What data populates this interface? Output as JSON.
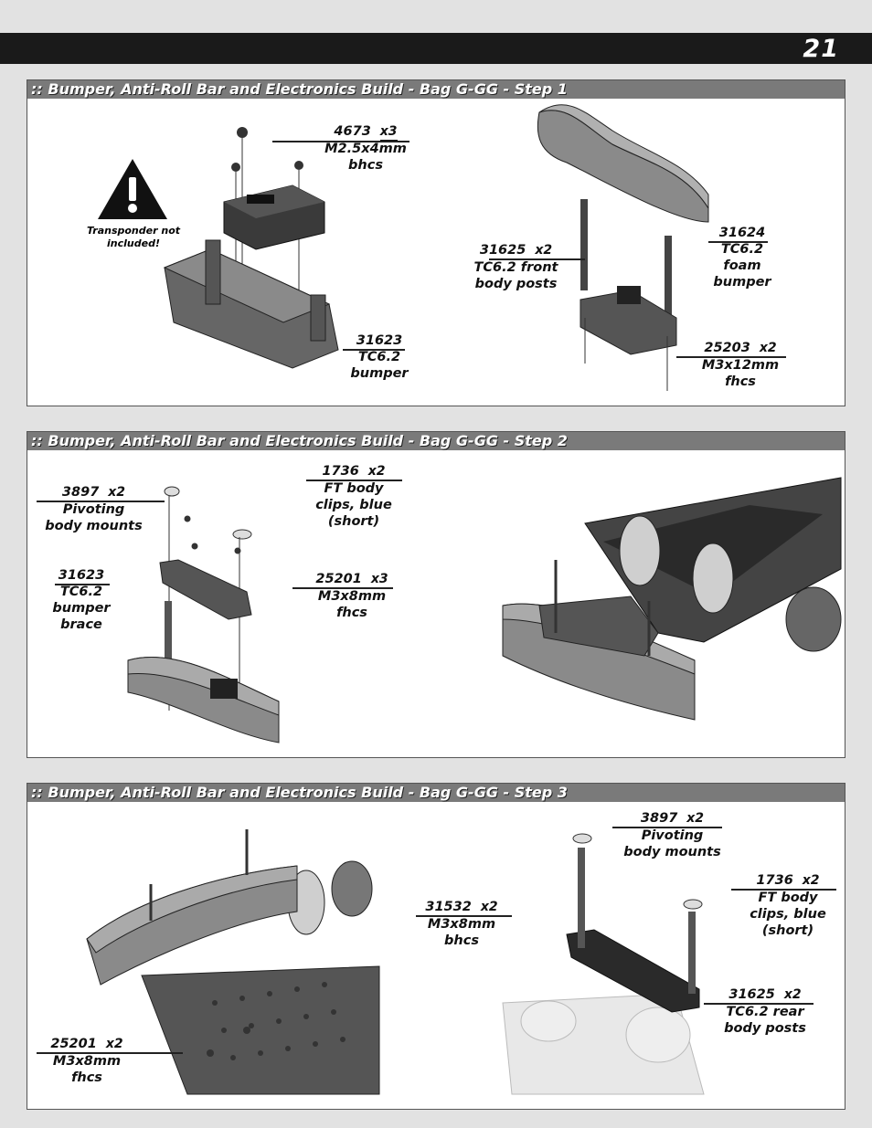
{
  "page": {
    "number": "21"
  },
  "steps": [
    {
      "title": ":: Bumper, Anti-Roll Bar and Electronics Build - Bag G-GG - Step 1",
      "warning": "Transponder not included!",
      "callouts": [
        {
          "num": "4673",
          "qty": "x3",
          "desc": [
            "M2.5x4mm",
            "bhcs"
          ]
        },
        {
          "num": "31623",
          "qty": "",
          "desc": [
            "TC6.2",
            "bumper"
          ]
        },
        {
          "num": "31625",
          "qty": "x2",
          "desc": [
            "TC6.2 front",
            "body posts"
          ]
        },
        {
          "num": "31624",
          "qty": "",
          "desc": [
            "TC6.2",
            "foam",
            "bumper"
          ]
        },
        {
          "num": "25203",
          "qty": "x2",
          "desc": [
            "M3x12mm",
            "fhcs"
          ]
        }
      ]
    },
    {
      "title": ":: Bumper, Anti-Roll Bar and Electronics Build - Bag G-GG - Step 2",
      "callouts": [
        {
          "num": "3897",
          "qty": "x2",
          "desc": [
            "Pivoting",
            "body mounts"
          ]
        },
        {
          "num": "1736",
          "qty": "x2",
          "desc": [
            "FT body",
            "clips, blue",
            "(short)"
          ]
        },
        {
          "num": "31623",
          "qty": "",
          "desc": [
            "TC6.2",
            "bumper",
            "brace"
          ]
        },
        {
          "num": "25201",
          "qty": "x3",
          "desc": [
            "M3x8mm",
            "fhcs"
          ]
        }
      ]
    },
    {
      "title": ":: Bumper, Anti-Roll Bar and Electronics Build - Bag G-GG - Step 3",
      "callouts": [
        {
          "num": "3897",
          "qty": "x2",
          "desc": [
            "Pivoting",
            "body mounts"
          ]
        },
        {
          "num": "1736",
          "qty": "x2",
          "desc": [
            "FT body",
            "clips, blue",
            "(short)"
          ]
        },
        {
          "num": "31532",
          "qty": "x2",
          "desc": [
            "M3x8mm",
            "bhcs"
          ]
        },
        {
          "num": "31625",
          "qty": "x2",
          "desc": [
            "TC6.2 rear",
            "body posts"
          ]
        },
        {
          "num": "25201",
          "qty": "x2",
          "desc": [
            "M3x8mm",
            "fhcs"
          ]
        }
      ]
    }
  ]
}
